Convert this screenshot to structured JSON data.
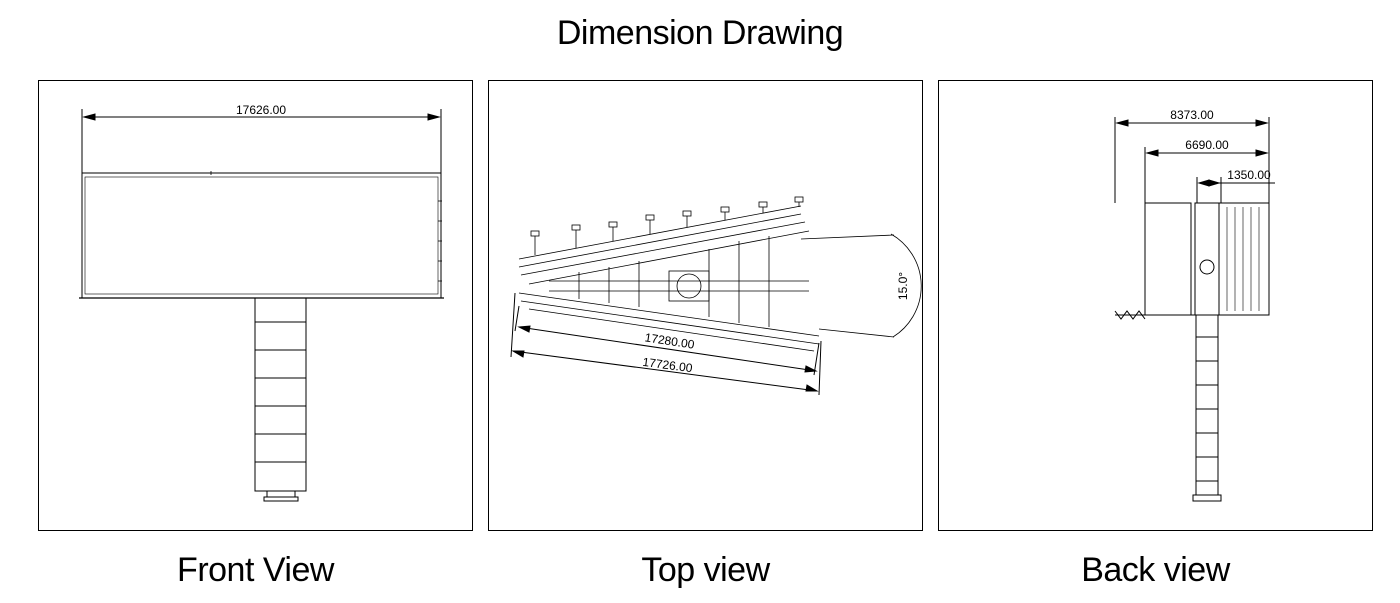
{
  "title": "Dimension Drawing",
  "views": {
    "front": {
      "caption": "Front View",
      "dims": {
        "width": "17626.00"
      }
    },
    "top": {
      "caption": "Top view",
      "dims": {
        "inner": "17280.00",
        "outer": "17726.00",
        "angle": "15.0°"
      }
    },
    "back": {
      "caption": "Back view",
      "dims": {
        "overall": "8373.00",
        "mid": "6690.00",
        "small": "1350.00"
      }
    }
  }
}
